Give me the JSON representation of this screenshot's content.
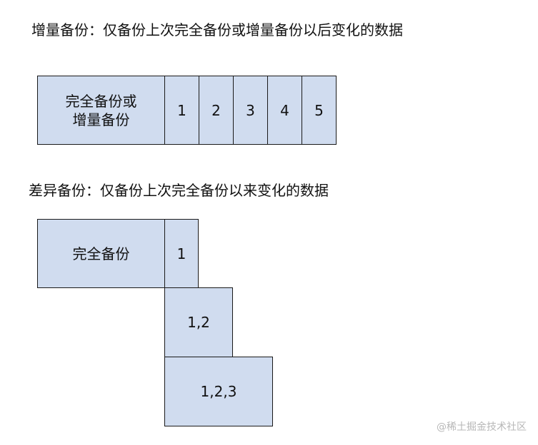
{
  "incremental": {
    "heading": "增量备份：仅备份上次完全备份或增量备份以后变化的数据",
    "base_line1": "完全备份或",
    "base_line2": "增量备份",
    "cells": [
      "1",
      "2",
      "3",
      "4",
      "5"
    ]
  },
  "differential": {
    "heading": "差异备份：仅备份上次完全备份以来变化的数据",
    "base": "完全备份",
    "steps": [
      "1",
      "1,2",
      "1,2,3"
    ]
  },
  "watermark": "@稀土掘金技术社区",
  "colors": {
    "box_fill": "#d0dcef",
    "border": "#1a1a1a",
    "text": "#111111"
  }
}
